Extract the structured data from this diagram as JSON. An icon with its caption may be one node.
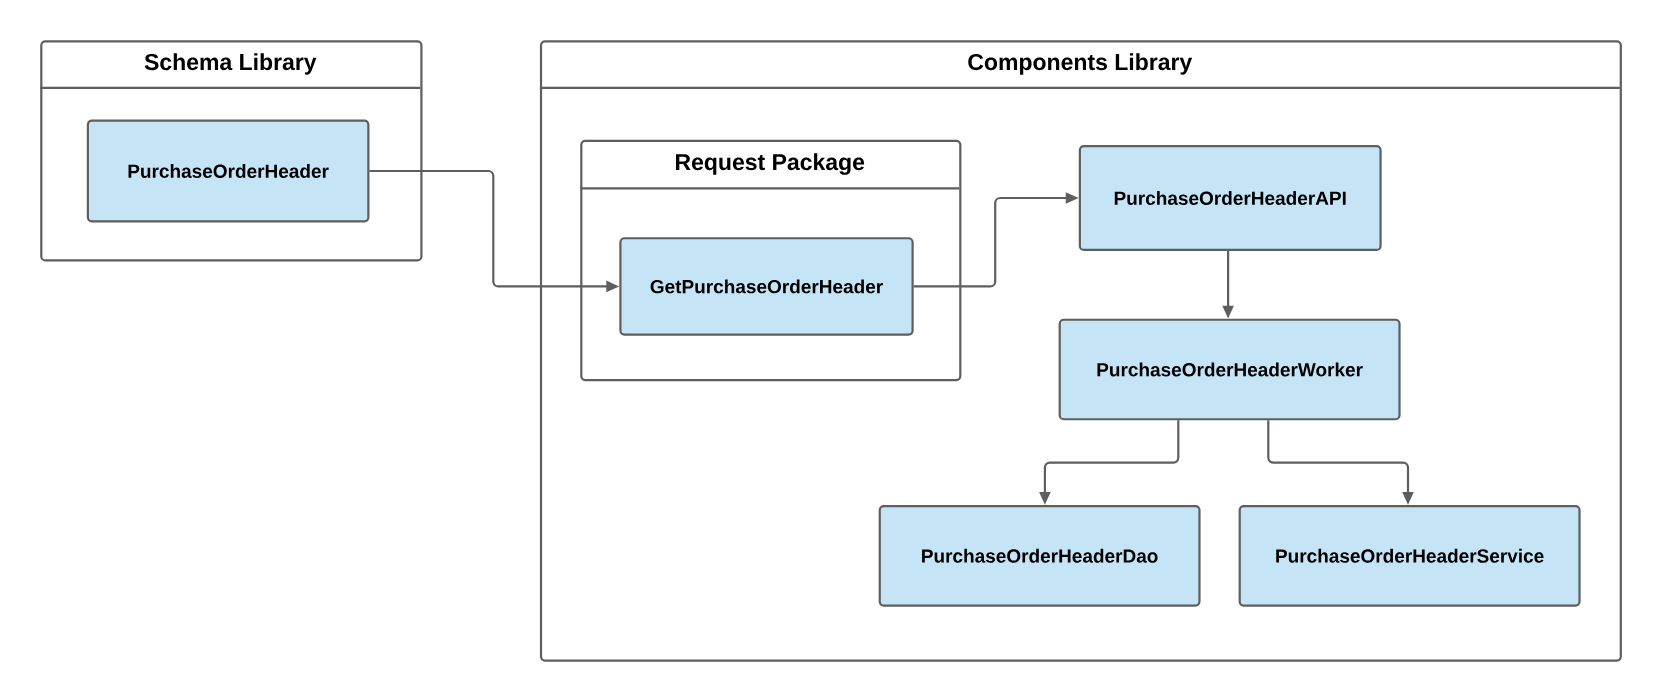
{
  "diagram": {
    "nodes": [
      {
        "text": [
          "Schema Library"
        ]
      },
      {
        "text": [
          "PurchaseOrderHeader"
        ],
        "in": 0
      },
      {
        "text": [
          "Components Library"
        ]
      },
      {
        "text": [
          "Request Package"
        ],
        "in": 2
      },
      {
        "text": [
          "GetPurchaseOrderHeader"
        ],
        "in": 3
      },
      {
        "text": [
          "PurchaseOrderHeaderAPI"
        ],
        "in": 2
      },
      {
        "text": [
          "PurchaseOrderHeaderWorker"
        ],
        "in": 2
      },
      {
        "text": [
          "PurchaseOrderHeaderDao"
        ],
        "in": 2
      },
      {
        "text": [
          "PurchaseOrderHeaderService"
        ],
        "in": 2
      }
    ],
    "edges": [
      {
        "from": 1,
        "to": 4,
        "arrow": "to"
      },
      {
        "from": 4,
        "to": 5,
        "arrow": "to"
      },
      {
        "from": 5,
        "to": 6,
        "arrow": "to"
      },
      {
        "from": 6,
        "to": 7,
        "arrow": "to"
      },
      {
        "from": 6,
        "to": 8,
        "arrow": "to"
      }
    ]
  }
}
